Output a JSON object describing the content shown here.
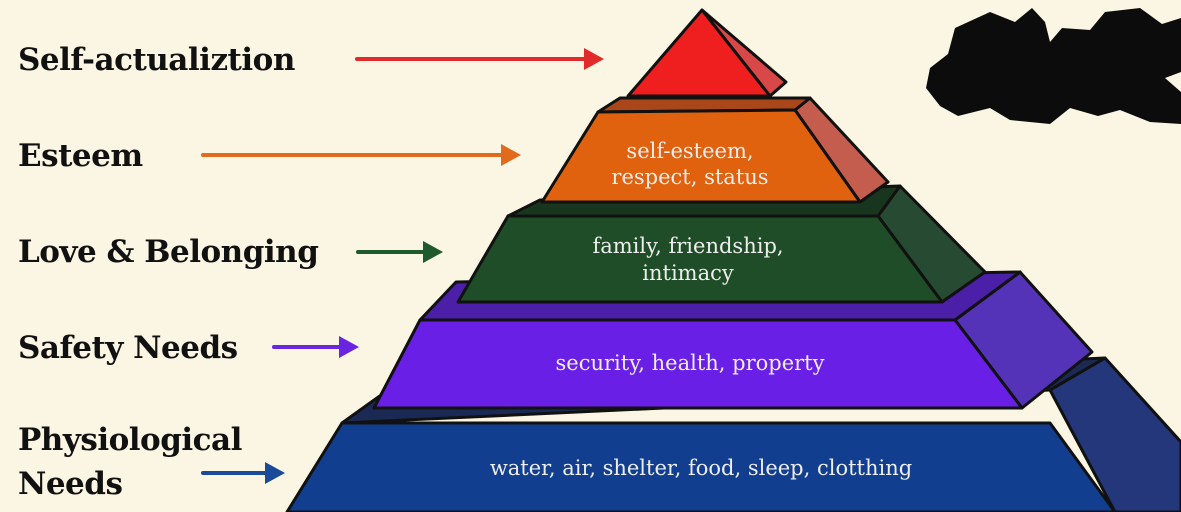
{
  "levels": [
    {
      "label": "Self-actualiztion",
      "desc_lines": [],
      "color": "#ef1f1f",
      "side_color": "#d94848",
      "arrow_color": "#e12a2a"
    },
    {
      "label": "Esteem",
      "desc_lines": [
        "self-esteem,",
        "respect, status"
      ],
      "color": "#e0620f",
      "side_color": "#c55d4f",
      "arrow_color": "#e16a1c"
    },
    {
      "label": "Love & Belonging",
      "desc_lines": [
        "family, friendship,",
        "intimacy"
      ],
      "color": "#1f4d27",
      "side_color": "#274a32",
      "arrow_color": "#1f5a2c"
    },
    {
      "label": "Safety Needs",
      "desc_lines": [
        "security, health, property"
      ],
      "color": "#6a1fe6",
      "side_color": "#5533b8",
      "arrow_color": "#6a25e0"
    },
    {
      "label_lines": [
        "Physiological",
        "Needs"
      ],
      "desc_lines": [
        "water, air, shelter, food, sleep, clotthing"
      ],
      "color": "#123e8f",
      "side_color": "#23377a",
      "arrow_color": "#1a4a9a"
    }
  ],
  "outline_color": "#111111",
  "background_color": "#fbf6e3"
}
